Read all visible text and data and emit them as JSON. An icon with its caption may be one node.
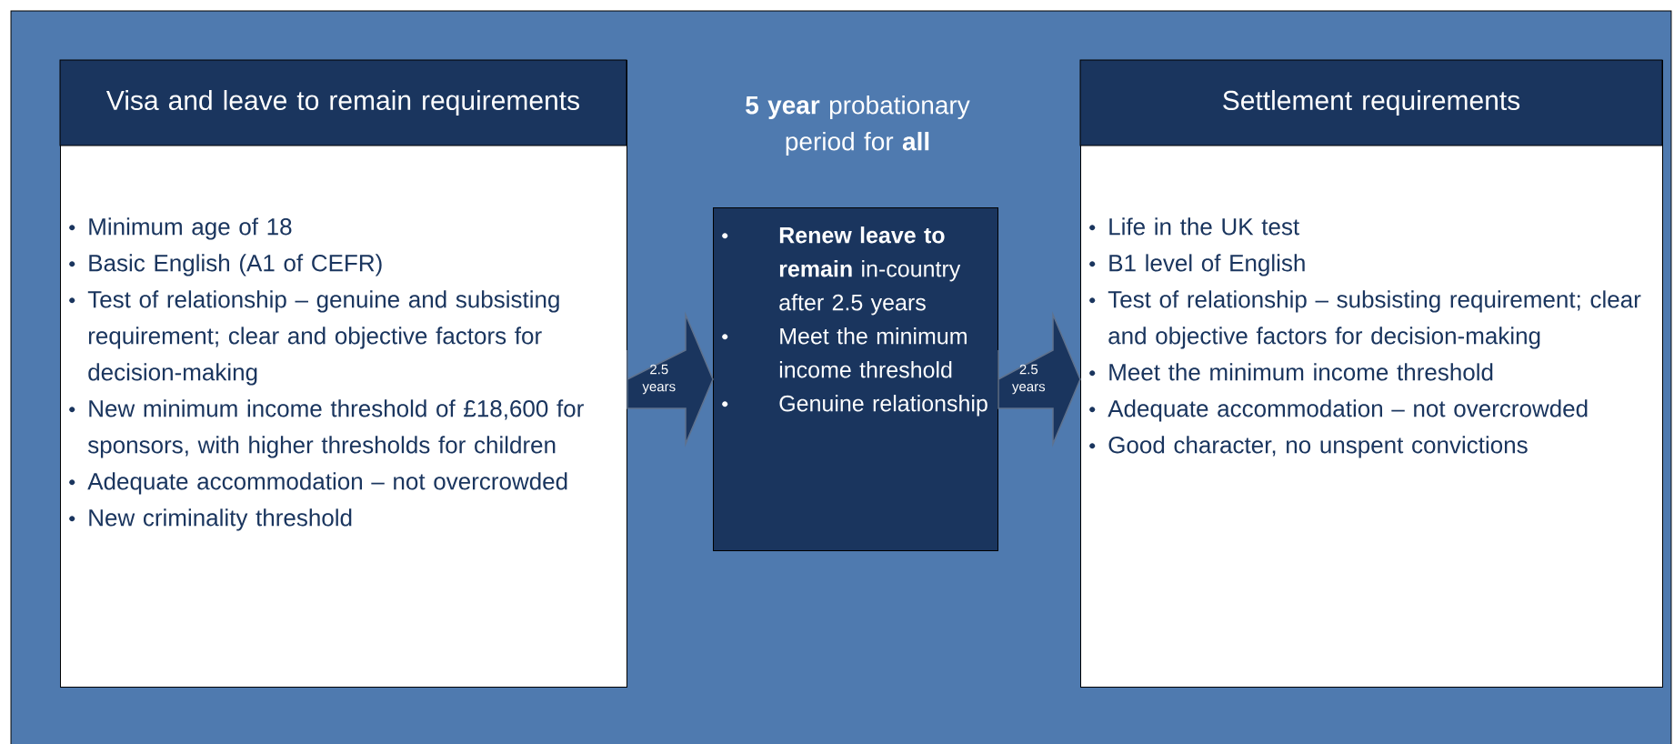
{
  "diagram": {
    "nodes": [
      {
        "text": [
          "Visa and leave to remain requirements",
          "Minimum age of 18",
          "Basic English (A1 of CEFR)",
          "Test of  relationship – genuine and subsisting requirement; clear and objective  factors for decision-making",
          "New minimum income threshold of £18,600 for sponsors, with higher thresholds for children",
          "Adequate accommodation –  not overcrowded",
          "New criminality threshold"
        ]
      },
      {
        "text": [
          "**Renew leave to remain** in-country after 2.5 years",
          "Meet the minimum income threshold",
          "Genuine relationship"
        ]
      },
      {
        "text": [
          "Settlement requirements",
          "Life in the UK test",
          "B1 level of English",
          "Test of relationship – subsisting requirement; clear and objective  factors for decision-making",
          "Meet the minimum income threshold",
          "Adequate accommodation –  not overcrowded",
          "Good character, no unspent convictions"
        ]
      }
    ],
    "edges": [
      {
        "from": 0,
        "to": 1,
        "arrow": "to",
        "label": "2.5 years"
      },
      {
        "from": 1,
        "to": 2,
        "arrow": "to",
        "label": "2.5 years"
      }
    ],
    "labels": [
      "**5 year** probationary period for **all**"
    ]
  }
}
